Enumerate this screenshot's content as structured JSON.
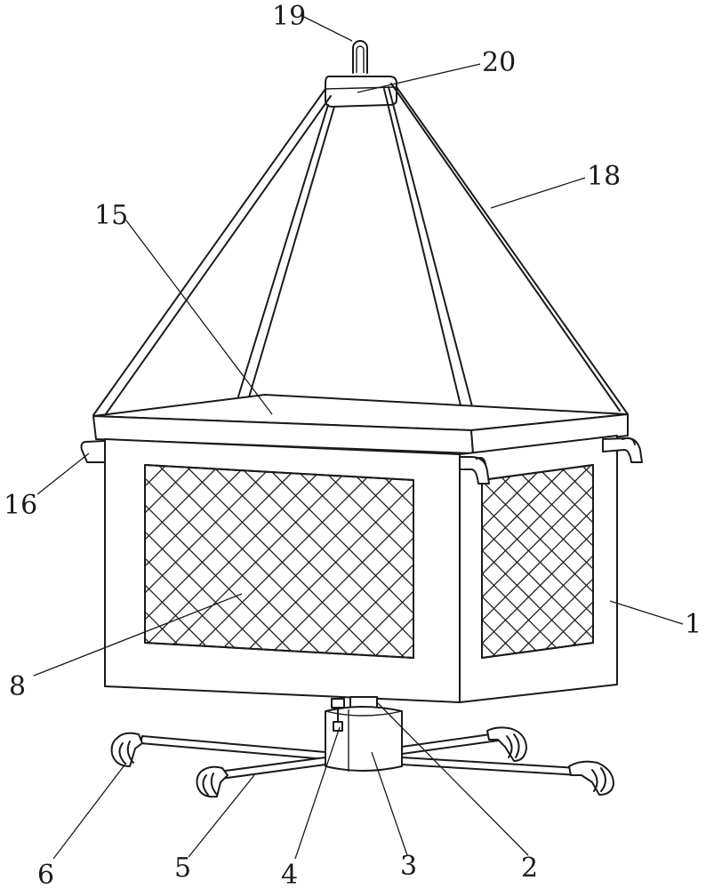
{
  "labels": [
    {
      "id": "1",
      "text": "1"
    },
    {
      "id": "2",
      "text": "2"
    },
    {
      "id": "3",
      "text": "3"
    },
    {
      "id": "4",
      "text": "4"
    },
    {
      "id": "5",
      "text": "5"
    },
    {
      "id": "6",
      "text": "6"
    },
    {
      "id": "8",
      "text": "8"
    },
    {
      "id": "15",
      "text": "15"
    },
    {
      "id": "16",
      "text": "16"
    },
    {
      "id": "18",
      "text": "18"
    },
    {
      "id": "19",
      "text": "19"
    },
    {
      "id": "20",
      "text": "20"
    }
  ]
}
